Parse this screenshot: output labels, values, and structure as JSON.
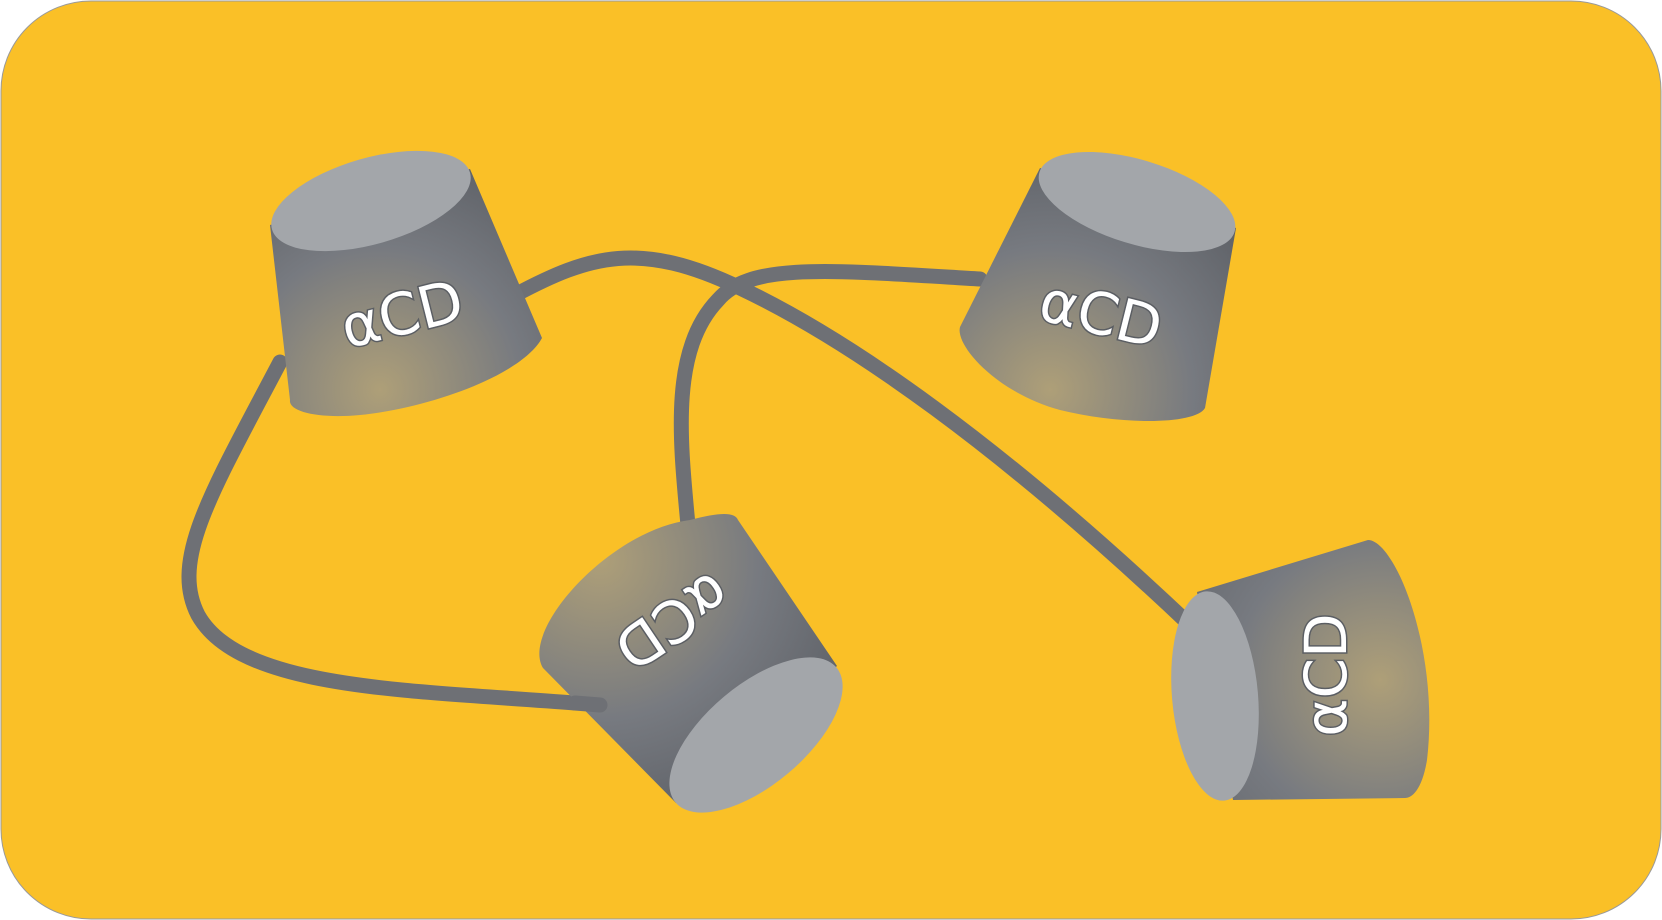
{
  "colors": {
    "background": "#FAC027",
    "thread": "#6E7075",
    "cup_dark": "#5B5E64",
    "cup_mid": "#777A80",
    "cup_highlight": "#A89E7A",
    "cup_rim": "#A3A6AA"
  },
  "cyclodextrins": [
    {
      "label": "αCD"
    },
    {
      "label": "αCD"
    },
    {
      "label": "αCD"
    },
    {
      "label": "αCD"
    }
  ]
}
